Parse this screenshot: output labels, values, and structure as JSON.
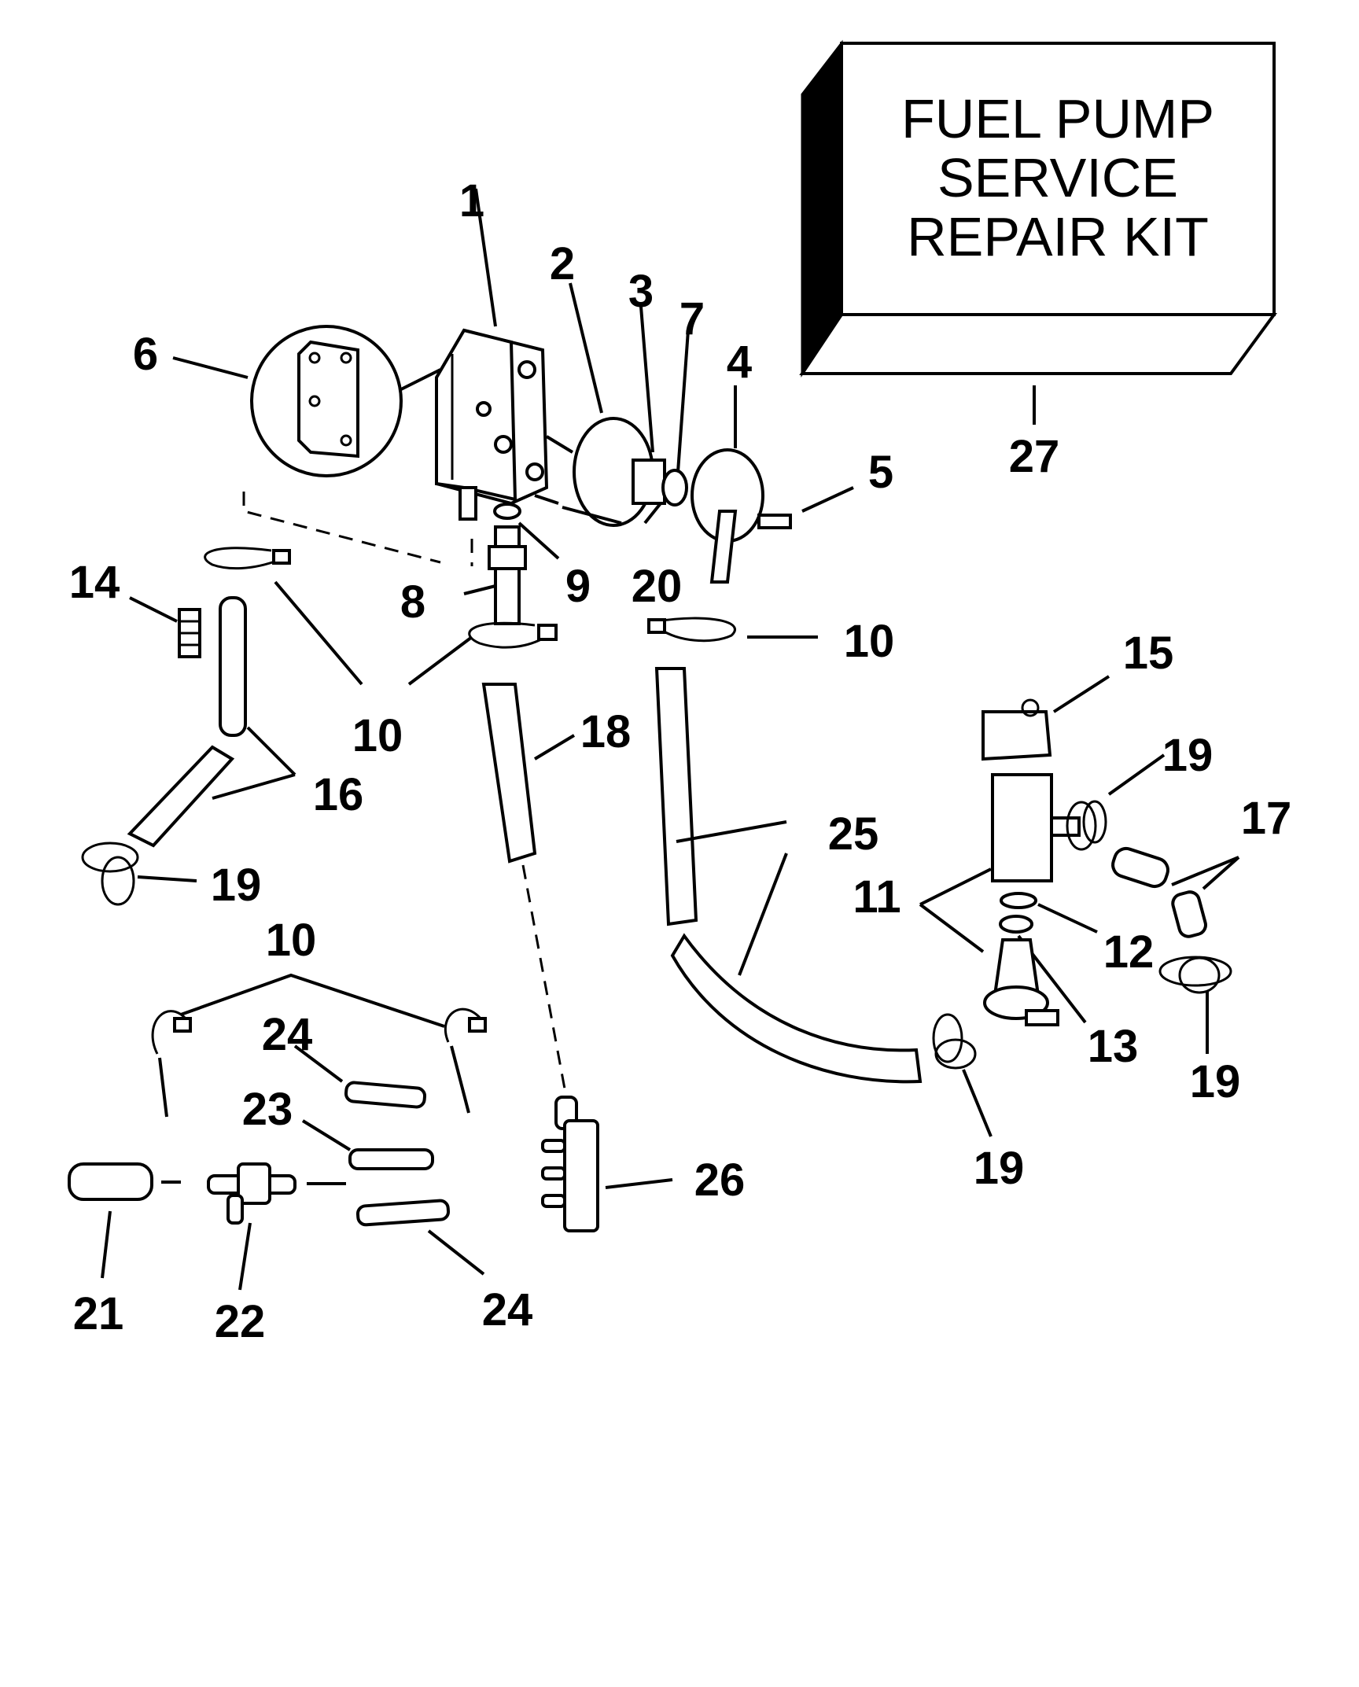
{
  "kit": {
    "line1": "FUEL PUMP",
    "line2": "SERVICE",
    "line3": "REPAIR KIT"
  },
  "callouts": {
    "c1": "1",
    "c2": "2",
    "c3": "3",
    "c4": "4",
    "c5": "5",
    "c6": "6",
    "c7": "7",
    "c8": "8",
    "c9": "9",
    "c20": "20",
    "c10a": "10",
    "c10b": "10",
    "c10c": "10",
    "c11": "11",
    "c12": "12",
    "c13": "13",
    "c14": "14",
    "c15": "15",
    "c16": "16",
    "c17": "17",
    "c18": "18",
    "c19a": "19",
    "c19b": "19",
    "c19c": "19",
    "c19d": "19",
    "c21": "21",
    "c22": "22",
    "c23": "23",
    "c24a": "24",
    "c24b": "24",
    "c25": "25",
    "c26": "26",
    "c27": "27"
  }
}
